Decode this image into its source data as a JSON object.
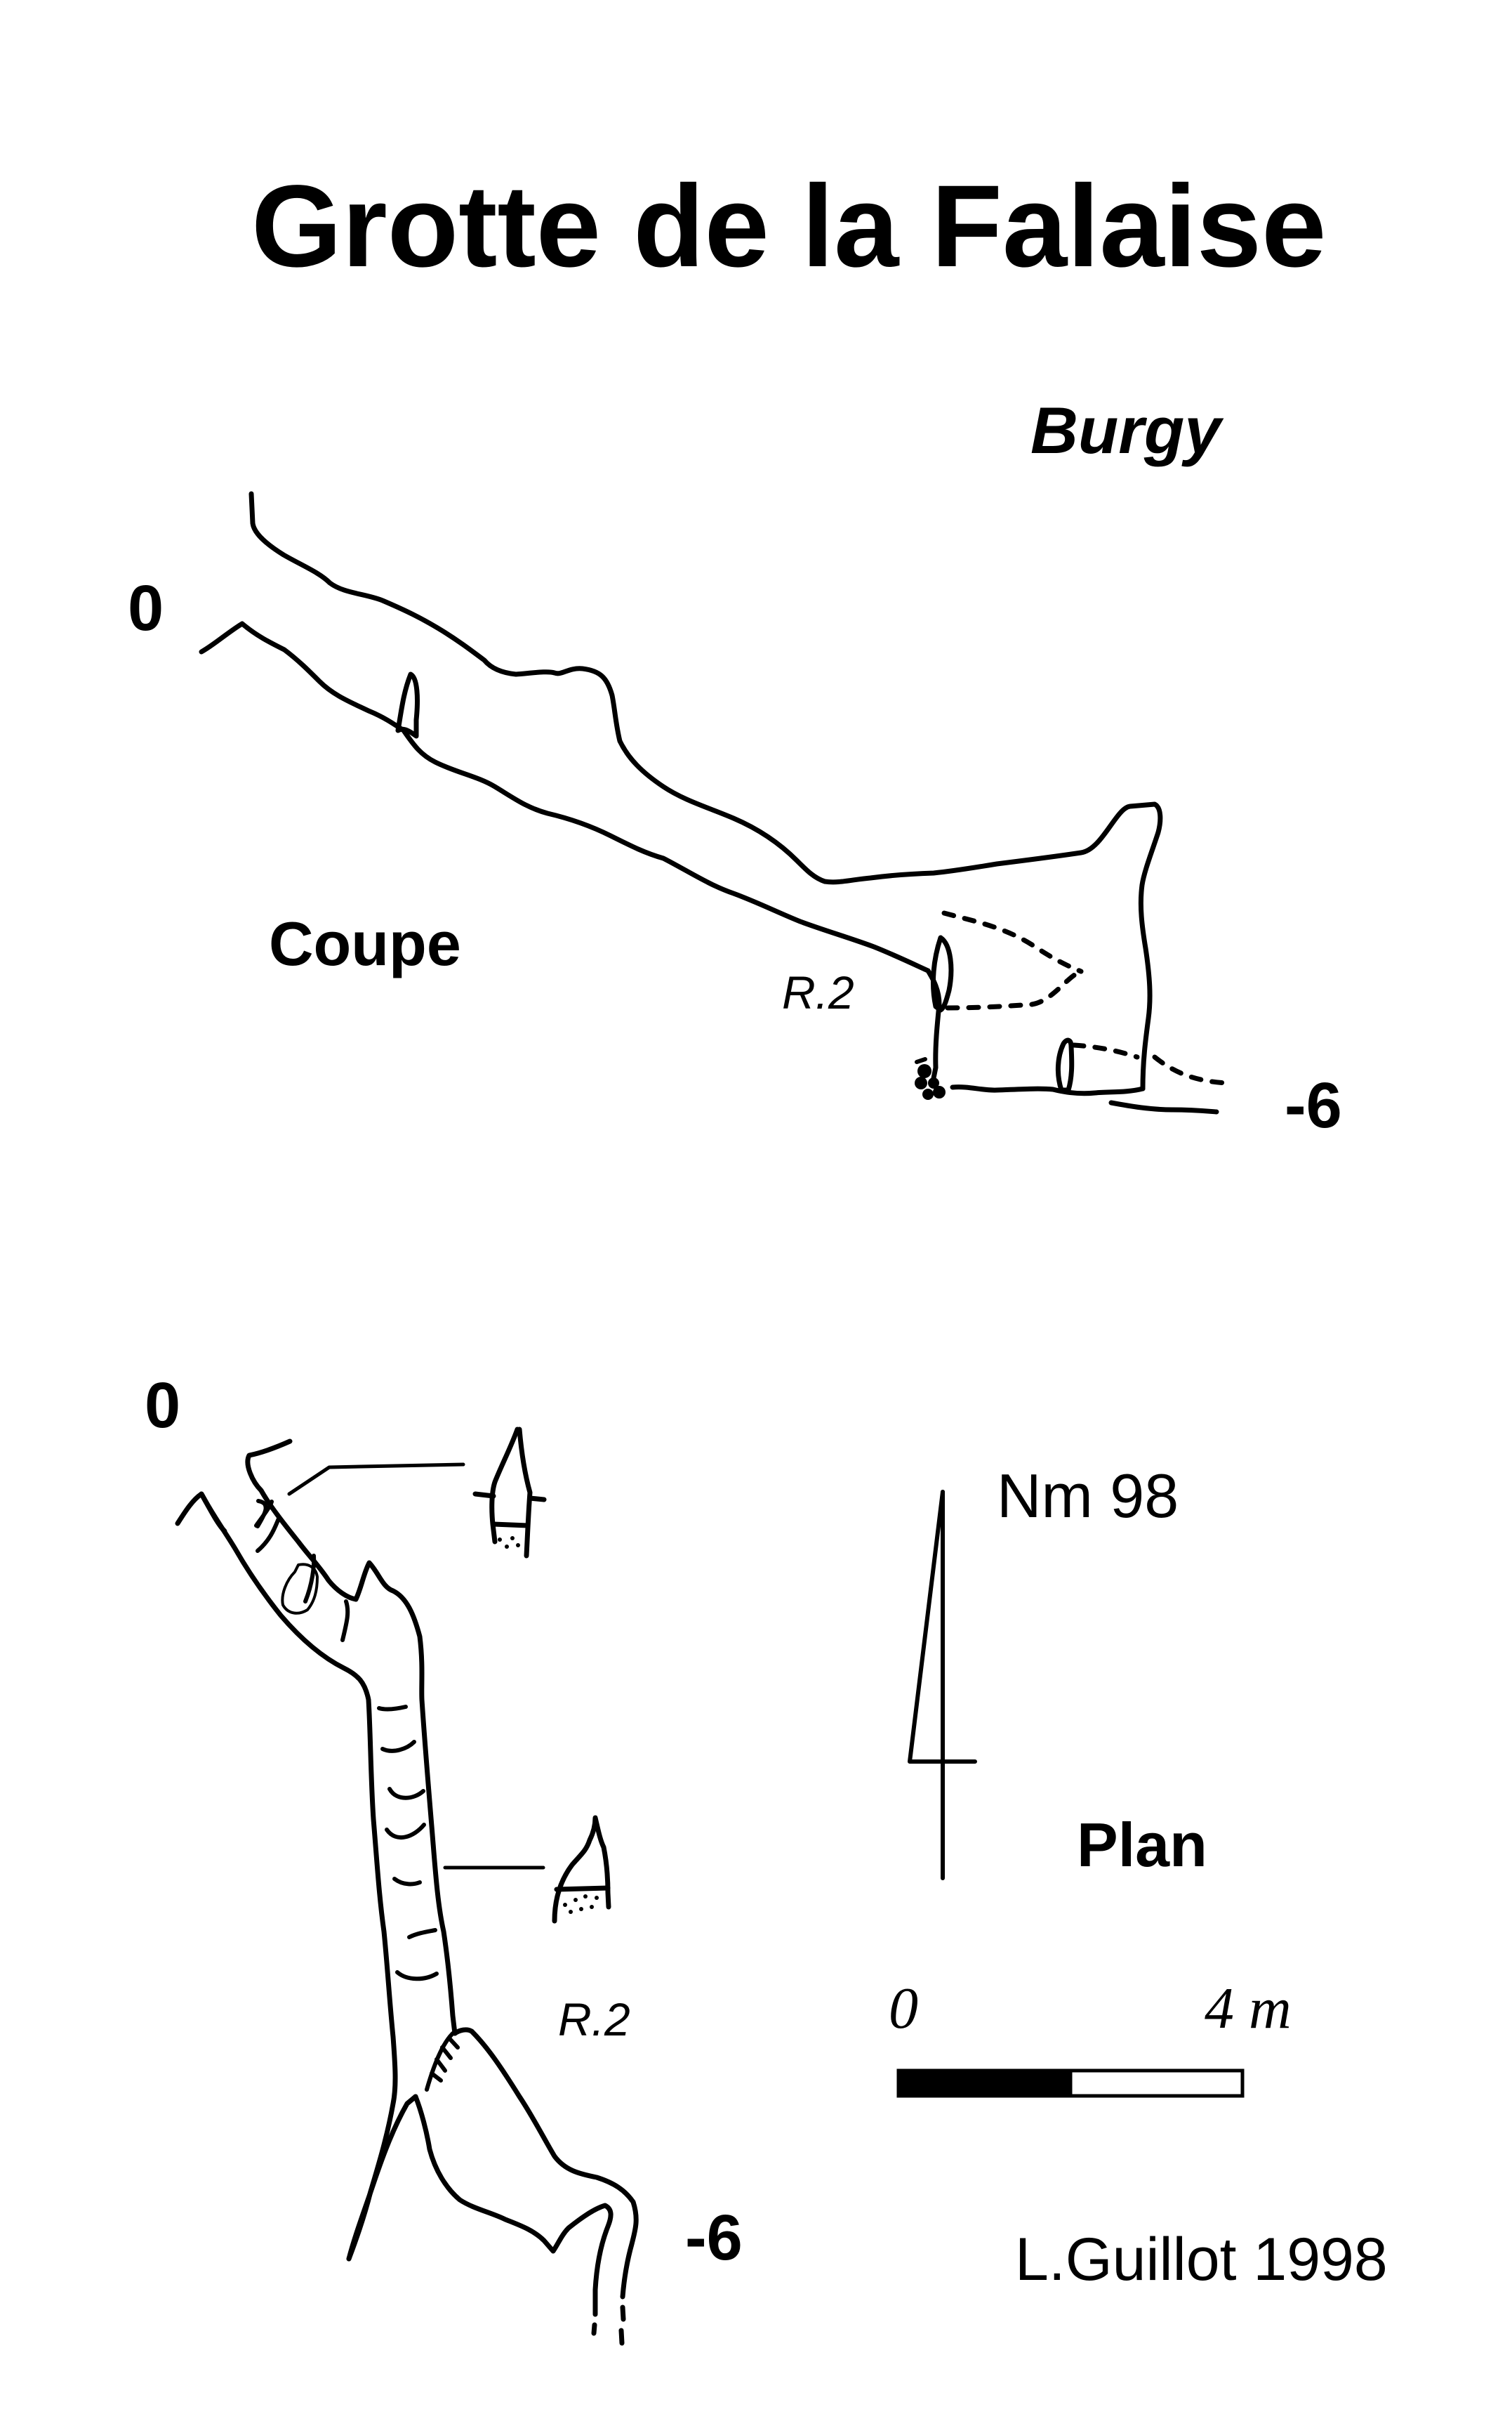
{
  "title": "Grotte de la Falaise",
  "locality": "Burgy",
  "coupe": {
    "label": "Coupe",
    "depth_top": "0",
    "depth_bottom": "-6",
    "pitch_label": "R.2"
  },
  "plan": {
    "label": "Plan",
    "depth_top": "0",
    "depth_bottom": "-6",
    "pitch_label": "R.2"
  },
  "north_arrow": {
    "label": "Nm 98",
    "icon": "north-arrow-icon"
  },
  "scale_bar": {
    "start_label": "0",
    "end_label": "4 m",
    "length_m": 4,
    "filled_fraction": 0.5
  },
  "author": "L.Guillot 1998",
  "colors": {
    "ink": "#000000",
    "paper": "#ffffff"
  }
}
